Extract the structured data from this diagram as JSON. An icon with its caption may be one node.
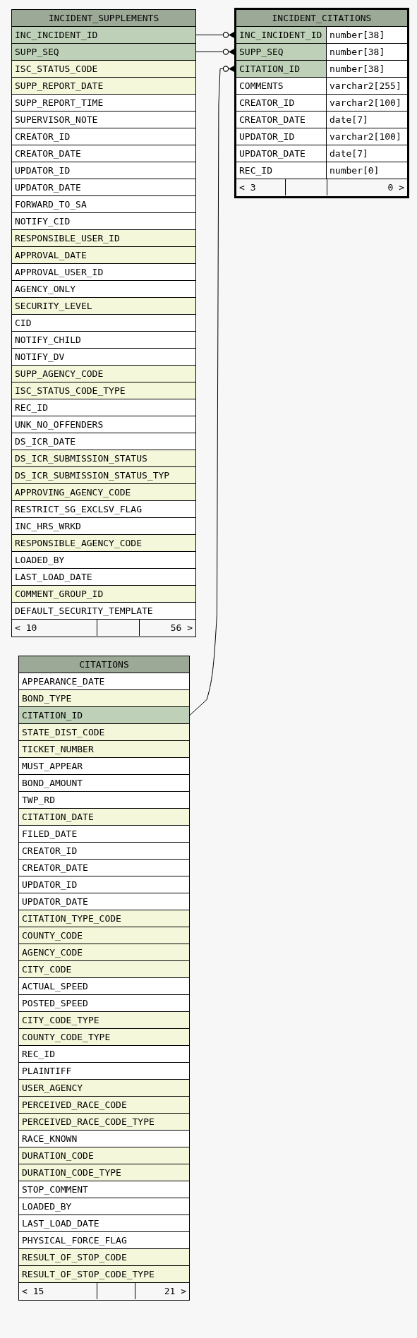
{
  "diagram": {
    "nodes": [
      {
        "text": [
          "INCIDENT_SUPPLEMENTS"
        ]
      },
      {
        "text": [
          "INC_INCIDENT_ID"
        ],
        "in": 0
      },
      {
        "text": [
          "SUPP_SEQ"
        ],
        "in": 0
      },
      {
        "text": [
          "ISC_STATUS_CODE"
        ],
        "in": 0
      },
      {
        "text": [
          "SUPP_REPORT_DATE"
        ],
        "in": 0
      },
      {
        "text": [
          "SUPP_REPORT_TIME"
        ],
        "in": 0
      },
      {
        "text": [
          "SUPERVISOR_NOTE"
        ],
        "in": 0
      },
      {
        "text": [
          "CREATOR_ID"
        ],
        "in": 0
      },
      {
        "text": [
          "CREATOR_DATE"
        ],
        "in": 0
      },
      {
        "text": [
          "UPDATOR_ID"
        ],
        "in": 0
      },
      {
        "text": [
          "UPDATOR_DATE"
        ],
        "in": 0
      },
      {
        "text": [
          "FORWARD_TO_SA"
        ],
        "in": 0
      },
      {
        "text": [
          "NOTIFY_CID"
        ],
        "in": 0
      },
      {
        "text": [
          "RESPONSIBLE_USER_ID"
        ],
        "in": 0
      },
      {
        "text": [
          "APPROVAL_DATE"
        ],
        "in": 0
      },
      {
        "text": [
          "APPROVAL_USER_ID"
        ],
        "in": 0
      },
      {
        "text": [
          "AGENCY_ONLY"
        ],
        "in": 0
      },
      {
        "text": [
          "SECURITY_LEVEL"
        ],
        "in": 0
      },
      {
        "text": [
          "CID"
        ],
        "in": 0
      },
      {
        "text": [
          "NOTIFY_CHILD"
        ],
        "in": 0
      },
      {
        "text": [
          "NOTIFY_DV"
        ],
        "in": 0
      },
      {
        "text": [
          "SUPP_AGENCY_CODE"
        ],
        "in": 0
      },
      {
        "text": [
          "ISC_STATUS_CODE_TYPE"
        ],
        "in": 0
      },
      {
        "text": [
          "REC_ID"
        ],
        "in": 0
      },
      {
        "text": [
          "UNK_NO_OFFENDERS"
        ],
        "in": 0
      },
      {
        "text": [
          "DS_ICR_DATE"
        ],
        "in": 0
      },
      {
        "text": [
          "DS_ICR_SUBMISSION_STATUS"
        ],
        "in": 0
      },
      {
        "text": [
          "DS_ICR_SUBMISSION_STATUS_TYP"
        ],
        "in": 0
      },
      {
        "text": [
          "APPROVING_AGENCY_CODE"
        ],
        "in": 0
      },
      {
        "text": [
          "RESTRICT_SG_EXCLSV_FLAG"
        ],
        "in": 0
      },
      {
        "text": [
          "INC_HRS_WRKD"
        ],
        "in": 0
      },
      {
        "text": [
          "RESPONSIBLE_AGENCY_CODE"
        ],
        "in": 0
      },
      {
        "text": [
          "LOADED_BY"
        ],
        "in": 0
      },
      {
        "text": [
          "LAST_LOAD_DATE"
        ],
        "in": 0
      },
      {
        "text": [
          "COMMENT_GROUP_ID"
        ],
        "in": 0
      },
      {
        "text": [
          "DEFAULT_SECURITY_TEMPLATE"
        ],
        "in": 0
      },
      {
        "text": [
          "< 10",
          "56 >"
        ],
        "in": 0
      },
      {
        "text": [
          "INCIDENT_CITATIONS"
        ]
      },
      {
        "text": [
          "INC_INCIDENT_ID",
          "number[38]"
        ],
        "in": 37
      },
      {
        "text": [
          "SUPP_SEQ",
          "number[38]"
        ],
        "in": 37
      },
      {
        "text": [
          "CITATION_ID",
          "number[38]"
        ],
        "in": 37
      },
      {
        "text": [
          "COMMENTS",
          "varchar2[255]"
        ],
        "in": 37
      },
      {
        "text": [
          "CREATOR_ID",
          "varchar2[100]"
        ],
        "in": 37
      },
      {
        "text": [
          "CREATOR_DATE",
          "date[7]"
        ],
        "in": 37
      },
      {
        "text": [
          "UPDATOR_ID",
          "varchar2[100]"
        ],
        "in": 37
      },
      {
        "text": [
          "UPDATOR_DATE",
          "date[7]"
        ],
        "in": 37
      },
      {
        "text": [
          "REC_ID",
          "number[0]"
        ],
        "in": 37
      },
      {
        "text": [
          "< 3",
          "0 >"
        ],
        "in": 37
      },
      {
        "text": [
          "CITATIONS"
        ]
      },
      {
        "text": [
          "APPEARANCE_DATE"
        ],
        "in": 48
      },
      {
        "text": [
          "BOND_TYPE"
        ],
        "in": 48
      },
      {
        "text": [
          "CITATION_ID"
        ],
        "in": 48
      },
      {
        "text": [
          "STATE_DIST_CODE"
        ],
        "in": 48
      },
      {
        "text": [
          "TICKET_NUMBER"
        ],
        "in": 48
      },
      {
        "text": [
          "MUST_APPEAR"
        ],
        "in": 48
      },
      {
        "text": [
          "BOND_AMOUNT"
        ],
        "in": 48
      },
      {
        "text": [
          "TWP_RD"
        ],
        "in": 48
      },
      {
        "text": [
          "CITATION_DATE"
        ],
        "in": 48
      },
      {
        "text": [
          "FILED_DATE"
        ],
        "in": 48
      },
      {
        "text": [
          "CREATOR_ID"
        ],
        "in": 48
      },
      {
        "text": [
          "CREATOR_DATE"
        ],
        "in": 48
      },
      {
        "text": [
          "UPDATOR_ID"
        ],
        "in": 48
      },
      {
        "text": [
          "UPDATOR_DATE"
        ],
        "in": 48
      },
      {
        "text": [
          "CITATION_TYPE_CODE"
        ],
        "in": 48
      },
      {
        "text": [
          "COUNTY_CODE"
        ],
        "in": 48
      },
      {
        "text": [
          "AGENCY_CODE"
        ],
        "in": 48
      },
      {
        "text": [
          "CITY_CODE"
        ],
        "in": 48
      },
      {
        "text": [
          "ACTUAL_SPEED"
        ],
        "in": 48
      },
      {
        "text": [
          "POSTED_SPEED"
        ],
        "in": 48
      },
      {
        "text": [
          "CITY_CODE_TYPE"
        ],
        "in": 48
      },
      {
        "text": [
          "COUNTY_CODE_TYPE"
        ],
        "in": 48
      },
      {
        "text": [
          "REC_ID"
        ],
        "in": 48
      },
      {
        "text": [
          "PLAINTIFF"
        ],
        "in": 48
      },
      {
        "text": [
          "USER_AGENCY"
        ],
        "in": 48
      },
      {
        "text": [
          "PERCEIVED_RACE_CODE"
        ],
        "in": 48
      },
      {
        "text": [
          "PERCEIVED_RACE_CODE_TYPE"
        ],
        "in": 48
      },
      {
        "text": [
          "RACE_KNOWN"
        ],
        "in": 48
      },
      {
        "text": [
          "DURATION_CODE"
        ],
        "in": 48
      },
      {
        "text": [
          "DURATION_CODE_TYPE"
        ],
        "in": 48
      },
      {
        "text": [
          "STOP_COMMENT"
        ],
        "in": 48
      },
      {
        "text": [
          "LOADED_BY"
        ],
        "in": 48
      },
      {
        "text": [
          "LAST_LOAD_DATE"
        ],
        "in": 48
      },
      {
        "text": [
          "PHYSICAL_FORCE_FLAG"
        ],
        "in": 48
      },
      {
        "text": [
          "RESULT_OF_STOP_CODE"
        ],
        "in": 48
      },
      {
        "text": [
          "RESULT_OF_STOP_CODE_TYPE"
        ],
        "in": 48
      },
      {
        "text": [
          "< 15",
          "21 >"
        ],
        "in": 48
      }
    ],
    "edges": [
      {
        "from": 1,
        "to": 38,
        "arrow": "other"
      },
      {
        "from": 2,
        "to": 39,
        "arrow": "other"
      },
      {
        "from": 51,
        "to": 40,
        "arrow": "other"
      }
    ]
  }
}
